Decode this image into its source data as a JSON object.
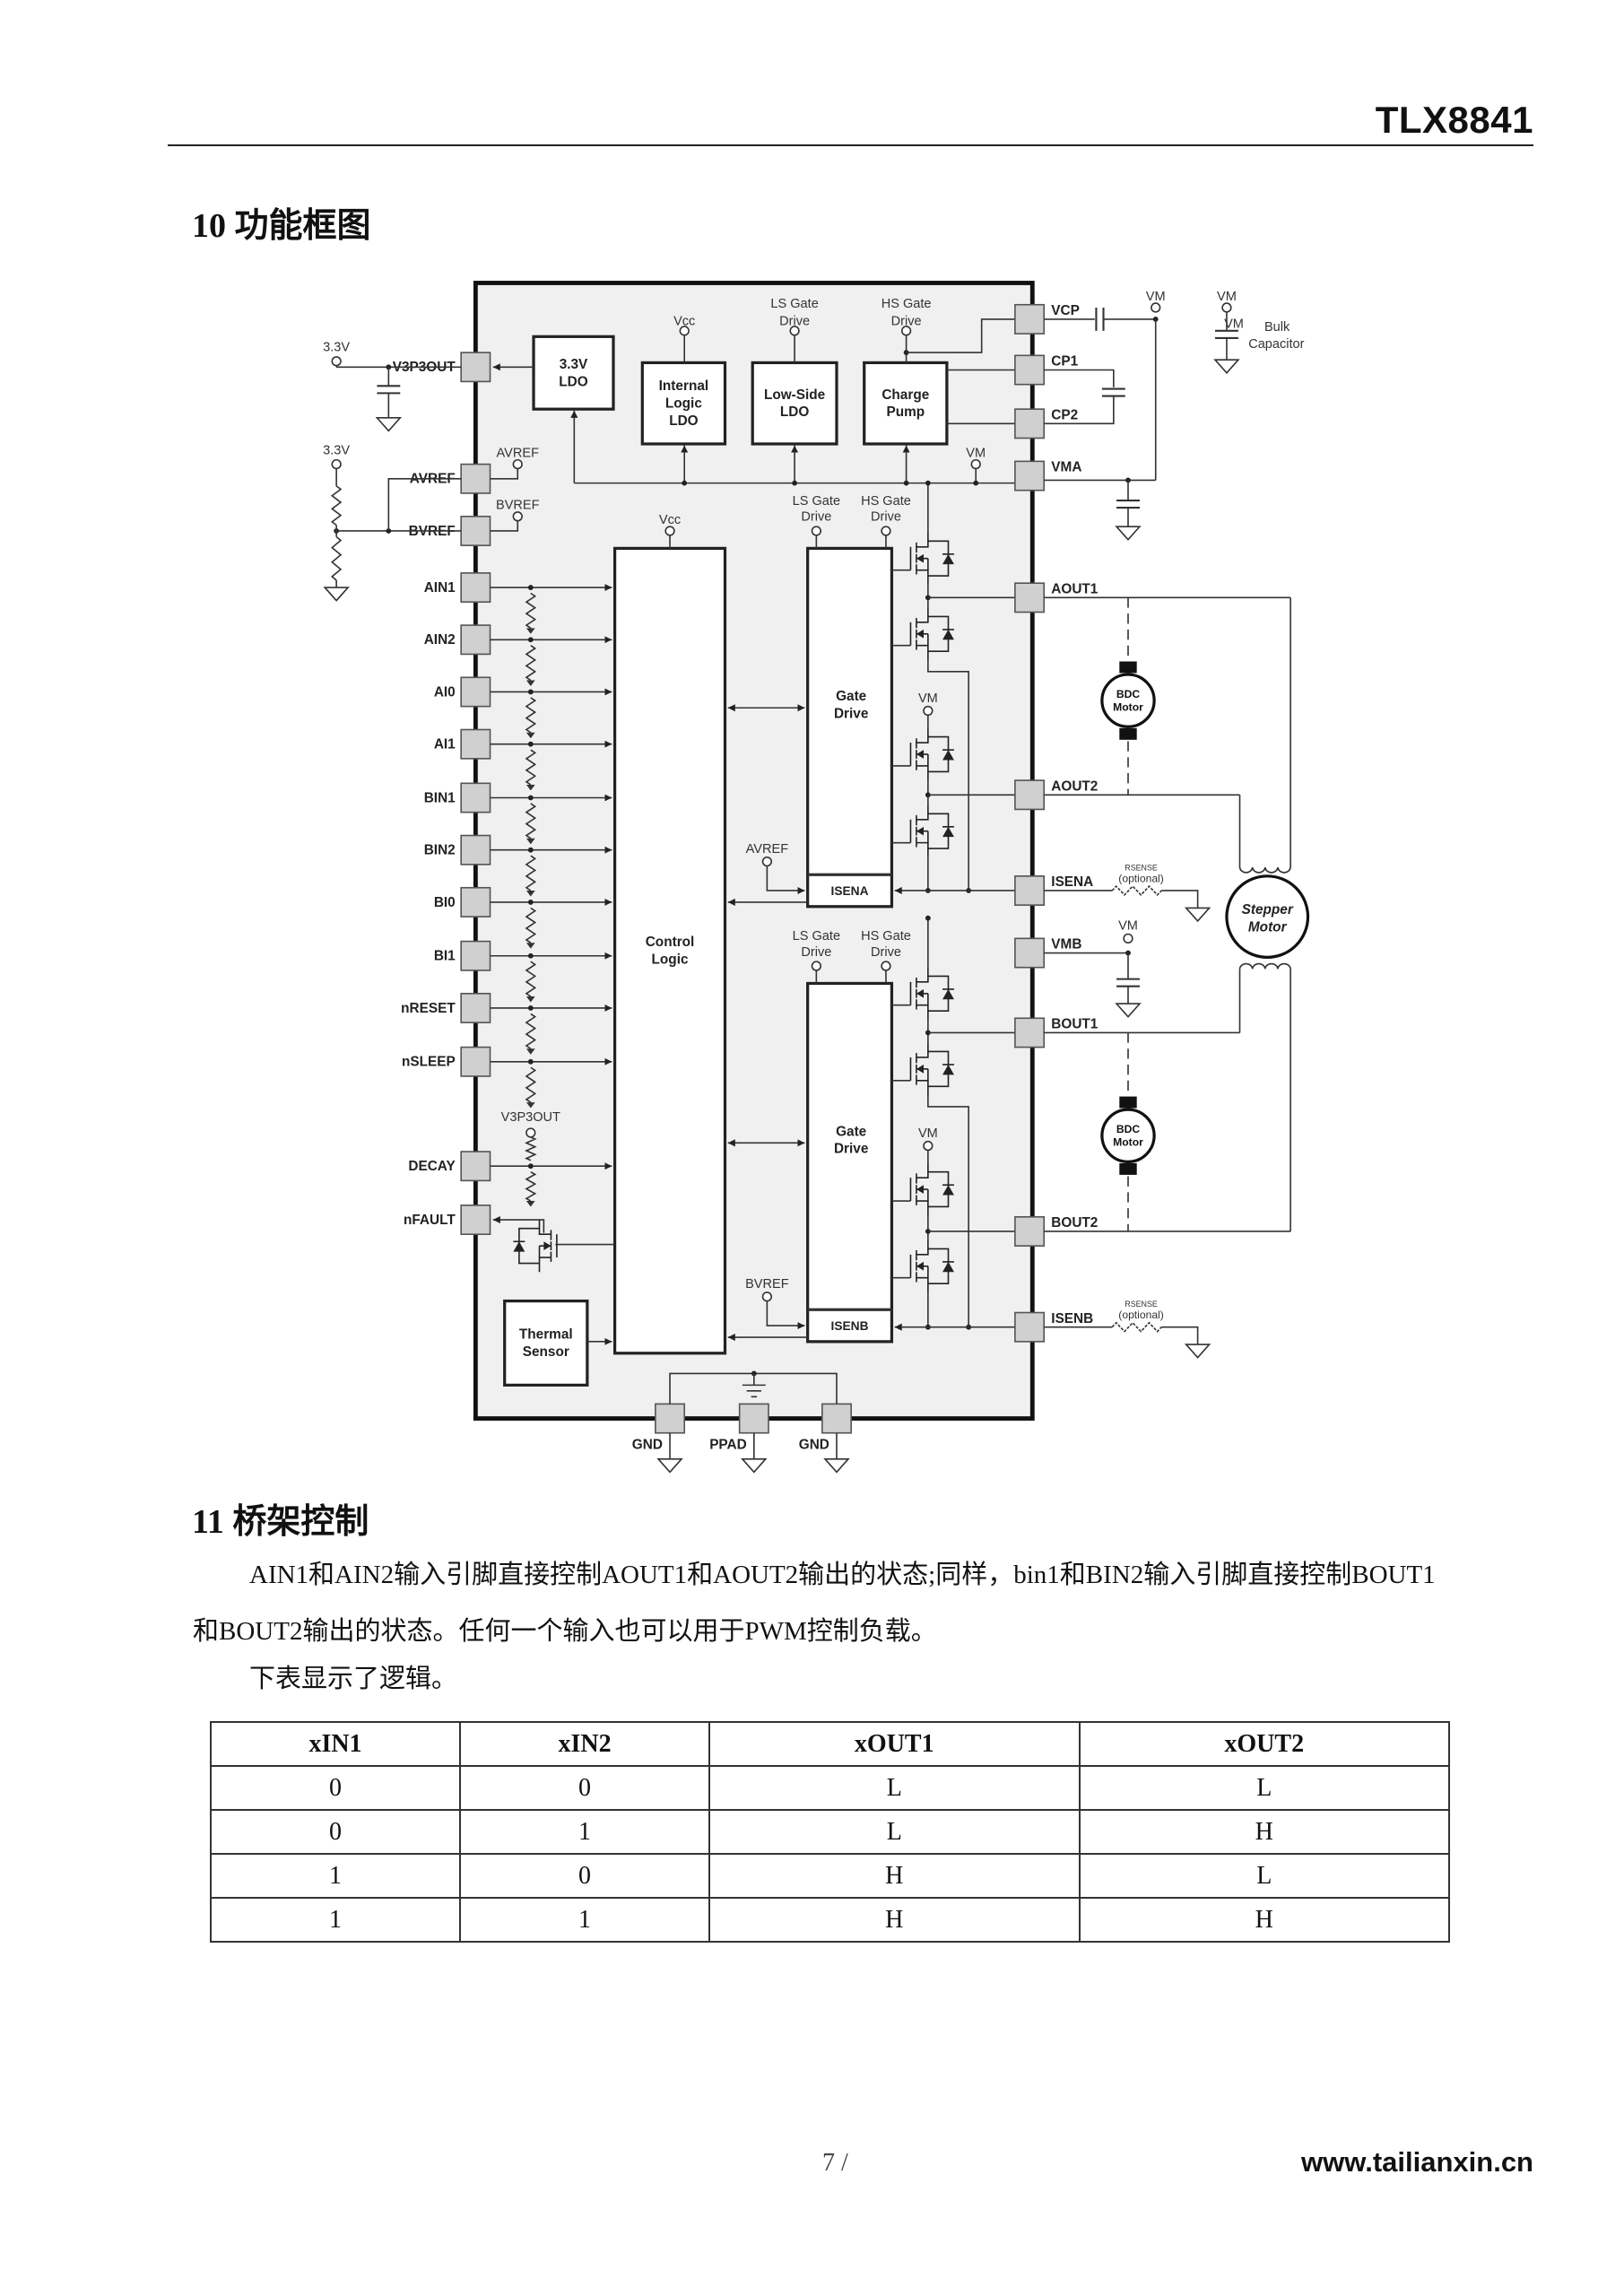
{
  "header": {
    "title": "TLX8841"
  },
  "section10": {
    "title": "10 功能框图"
  },
  "diagram": {
    "left_pins": [
      "V3P3OUT",
      "AVREF",
      "BVREF",
      "AIN1",
      "AIN2",
      "AI0",
      "AI1",
      "BIN1",
      "BIN2",
      "BI0",
      "BI1",
      "nRESET",
      "nSLEEP",
      "DECAY",
      "nFAULT"
    ],
    "right_pins": [
      "VCP",
      "CP1",
      "CP2",
      "VMA",
      "AOUT1",
      "AOUT2",
      "ISENA",
      "VMB",
      "BOUT1",
      "BOUT2",
      "ISENB"
    ],
    "bottom_pins": [
      "GND",
      "PPAD",
      "GND"
    ],
    "supply_3v3": "3.3V",
    "vcc": "Vcc",
    "vm": "VM",
    "avref": "AVREF",
    "bvref": "BVREF",
    "v3p3out": "V3P3OUT",
    "ls_gate_1": "LS Gate",
    "hs_gate_1": "HS Gate",
    "drive": "Drive",
    "ldo_3v3": [
      "3.3V",
      "LDO"
    ],
    "internal_ldo": [
      "Internal",
      "Logic",
      "LDO"
    ],
    "lowside_ldo": [
      "Low-Side",
      "LDO"
    ],
    "charge_pump": [
      "Charge",
      "Pump"
    ],
    "control_logic": [
      "Control",
      "Logic"
    ],
    "gate_drive": [
      "Gate",
      "Drive"
    ],
    "isena": "ISENA",
    "isenb": "ISENB",
    "thermal": [
      "Thermal",
      "Sensor"
    ],
    "bulk_cap": [
      "Bulk",
      "Capacitor"
    ],
    "rsense": [
      "RSENSE",
      "(optional)"
    ],
    "bdc_motor": [
      "BDC",
      "Motor"
    ],
    "stepper_motor": [
      "Stepper",
      "Motor"
    ]
  },
  "section11": {
    "title": "11 桥架控制",
    "paragraph": "AIN1和AIN2输入引脚直接控制AOUT1和AOUT2输出的状态;同样，bin1和BIN2输入引脚直接控制BOUT1和BOUT2输出的状态。任何一个输入也可以用于PWM控制负载。",
    "paragraph2": "下表显示了逻辑。"
  },
  "table": {
    "headers": [
      "xIN1",
      "xIN2",
      "xOUT1",
      "xOUT2"
    ],
    "rows": [
      [
        "0",
        "0",
        "L",
        "L"
      ],
      [
        "0",
        "1",
        "L",
        "H"
      ],
      [
        "1",
        "0",
        "H",
        "L"
      ],
      [
        "1",
        "1",
        "H",
        "H"
      ]
    ]
  },
  "footer": {
    "page": "7 /",
    "website": "www.tailianxin.cn"
  }
}
